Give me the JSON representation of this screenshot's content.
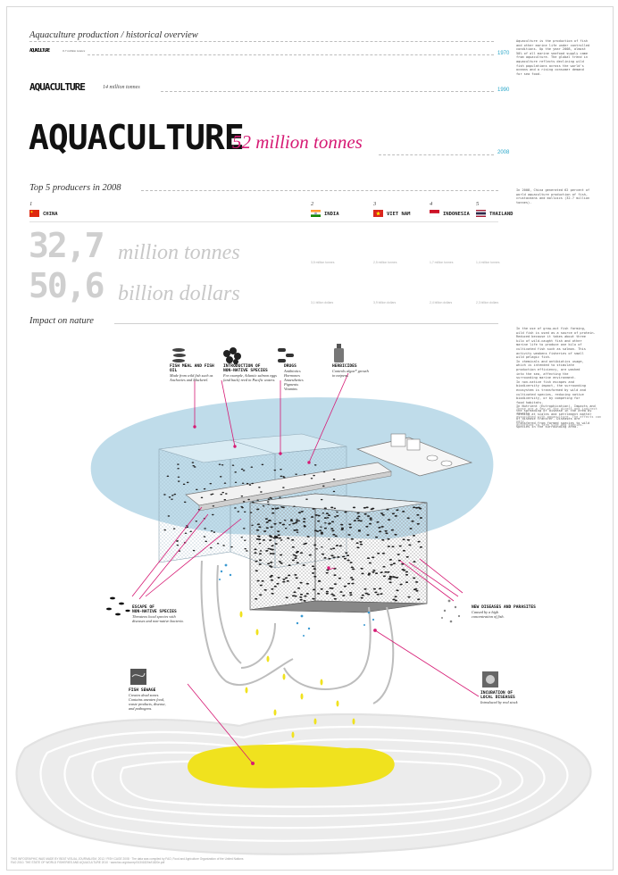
{
  "header": {
    "section_title": "Aquaculture production / historical overview",
    "rows": [
      {
        "word": "AQUACULTURE",
        "amount": "0.7 million tonnes",
        "year": "1970"
      },
      {
        "word": "AQUACULTURE",
        "amount": "14 million tonnes",
        "year": "1990"
      },
      {
        "word": "AQUACULTURE",
        "amount": "52 million tonnes",
        "year": "2008"
      }
    ],
    "side_note": "Aquaculture is the production of fish\nand other marine life under controlled\nconditions. Up the year 2008, almost\n50% of all marine seafood supply came\nfrom aquaculture. The global trend in\naquaculture reflects declining wild\nfish populations across the world's\noceans and a rising consumer demand\nfor sea food."
  },
  "producers": {
    "section_title": "Top 5 producers in 2008",
    "side_note": "In 2008, China generated 62 percent of\nworld aquaculture production of fish,\ncrustaceans and molluscs (32.7 million\ntonnes).",
    "countries": [
      {
        "rank": "1",
        "name": "CHINA",
        "tonnes": "32,7",
        "dollars": "50,6"
      },
      {
        "rank": "2",
        "name": "INDIA",
        "tonnes": "3,5 million tonnes",
        "dollars": "3,1 billion dollars"
      },
      {
        "rank": "3",
        "name": "VIET NAM",
        "tonnes": "2,5 million tonnes",
        "dollars": "3,9 billion dollars"
      },
      {
        "rank": "4",
        "name": "INDONESIA",
        "tonnes": "1,7 million tonnes",
        "dollars": "2,4 billion dollars"
      },
      {
        "rank": "5",
        "name": "THAILAND",
        "tonnes": "1,4 million tonnes",
        "dollars": "2,3 billion dollars"
      }
    ],
    "unit_tonnes": "million tonnes",
    "unit_dollars": "billion dollars"
  },
  "impact": {
    "section_title": "Impact on nature",
    "side_note": "In the use of grow-out fish farming,\nwild fish is used as a source of protein.\nReduced because it takes about three\nkilo of wild-caught fish and other\nmarine life to produce one kilo of\ncultivated fish such as salmon. This\nactivity weakens fisheries of small\nwild pelagic fish.\nIn chemicals and antibiotics usage,\nwhich is intended to stimulate\nproduction efficiency, are washed\ninto the sea, affecting the\nsurrounding marine environment.\nIn non-native fish escapes and\nbiodiversity impact, the surrounding\necosystem is transformed by wild and\ncultivated species, reducing native\nbiodiversity, or by competing for\nfood habitats.\nIn Nutrient (Eutrophication), Impacts and\nthe spreading of disease in the area by\nfarming at scales and settlement matter\nof disease transfer. Diseases are\ntransfered from farmed species to wild\nspecies in the surrounding area.",
    "side_note_small": "These are a few of the direct and indirect impacts\nassociated with aquaculture. The effects can vary\naccording to farm size and species.",
    "items": [
      {
        "title": "FISH MEAL AND FISH OIL",
        "desc": "Made from wild fish such as\nAnchovies and Mackerel."
      },
      {
        "title": "INTRODUCTION OF\nNON-NATIVE SPECIES",
        "desc": "For example, Atlantic salmon eggs\n(and back) reed in Pacific waters."
      },
      {
        "title": "DRUGS",
        "desc": "Antibiotics\nHormones\nAnaesthetics\nPigments\nVitamins"
      },
      {
        "title": "HERBICIDES",
        "desc": "Controls algae* growth\nin netpens."
      },
      {
        "title": "ESCAPE OF\nNON-NATIVE SPECIES",
        "desc": "Threatens local species with\ndiseases and non-native bacteria."
      },
      {
        "title": "NEW DISEASES AND PARASITES",
        "desc": "Caused by a high\nconcentration of fish."
      },
      {
        "title": "FISH SEWAGE",
        "desc": "Creates dead zones.\nContains uneaten food,\nwaste products, disease,\nand pathogens."
      },
      {
        "title": "INCUBATION OF\nLOCAL DISEASES",
        "desc": "Introduced by real stock"
      }
    ]
  },
  "footer": "THIS INFOGRAPHIC WAS MADE BY BEAT VISUAL JOURNALISM, 2012 / FISH CAGE 2008 · The data was compiled by FAO, Food and Agriculture Organization of the United Nations\nFAO 2010. THE STATE OF WORLD FISHERIES AND AQUACULTURE 2010 · www.fao.org/docrep/013/i1820e/i1820e.pdf",
  "colors": {
    "pink": "#d61a74",
    "blue_year": "#2aa7c9",
    "water": "#bfdcea",
    "sewage": "#f0e21e"
  }
}
